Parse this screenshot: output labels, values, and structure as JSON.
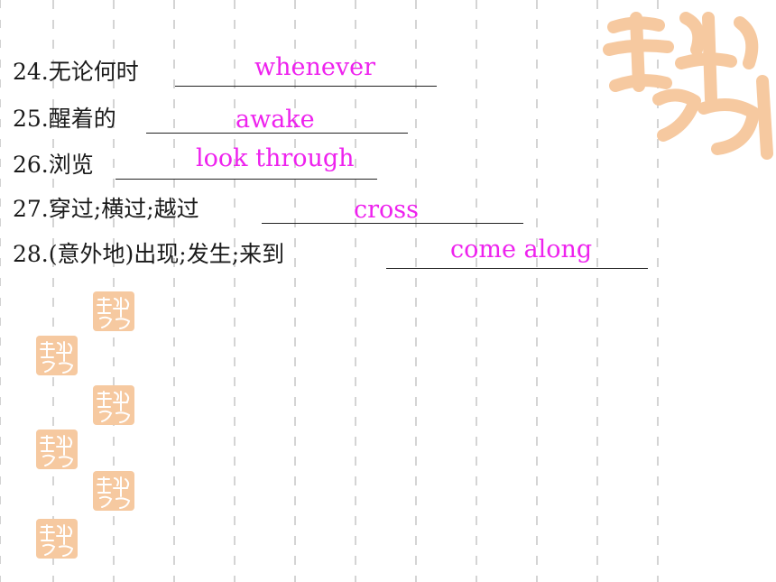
{
  "questions": [
    {
      "number": "24.",
      "prompt": "无论何时",
      "answer": "whenever"
    },
    {
      "number": "25.",
      "prompt": "醒着的",
      "answer": "awake"
    },
    {
      "number": "26.",
      "prompt": "浏览",
      "answer": "look through"
    },
    {
      "number": "27.",
      "prompt": "穿过;横过;越过",
      "answer": "cross"
    },
    {
      "number": "28.",
      "prompt": "(意外地)出现;发生;来到",
      "answer": "come along"
    }
  ],
  "decorations": {
    "seal_color": "#f6c9a0",
    "seal_icon": "auspicious-seal-icon"
  },
  "colors": {
    "answer": "#ee22ee",
    "text": "#1a1a1a",
    "grid": "#d2d2d2"
  }
}
